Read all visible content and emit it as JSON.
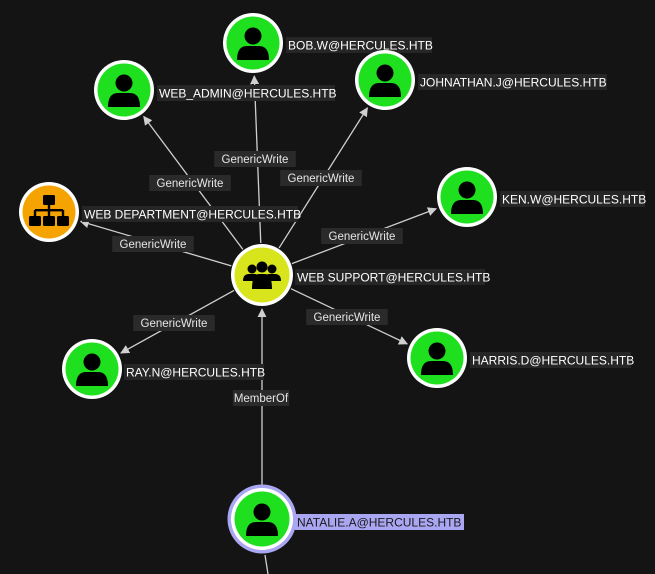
{
  "graph": {
    "nodes": [
      {
        "id": "bob",
        "label": "BOB.W@HERCULES.HTB",
        "type": "user",
        "color": "#1ee01e"
      },
      {
        "id": "webadmin",
        "label": "WEB_ADMIN@HERCULES.HTB",
        "type": "user",
        "color": "#1ee01e"
      },
      {
        "id": "johnathan",
        "label": "JOHNATHAN.J@HERCULES.HTB",
        "type": "user",
        "color": "#1ee01e"
      },
      {
        "id": "webdept",
        "label": "WEB DEPARTMENT@HERCULES.HTB",
        "type": "ou",
        "color": "#f5a300"
      },
      {
        "id": "ken",
        "label": "KEN.W@HERCULES.HTB",
        "type": "user",
        "color": "#1ee01e"
      },
      {
        "id": "websupport",
        "label": "WEB SUPPORT@HERCULES.HTB",
        "type": "group",
        "color": "#d8e41c"
      },
      {
        "id": "ray",
        "label": "RAY.N@HERCULES.HTB",
        "type": "user",
        "color": "#1ee01e"
      },
      {
        "id": "harris",
        "label": "HARRIS.D@HERCULES.HTB",
        "type": "user",
        "color": "#1ee01e"
      },
      {
        "id": "natalie",
        "label": "NATALIE.A@HERCULES.HTB",
        "type": "user",
        "color": "#1ee01e",
        "selected": true
      }
    ],
    "edges": [
      {
        "from": "websupport",
        "to": "bob",
        "label": "GenericWrite"
      },
      {
        "from": "websupport",
        "to": "webadmin",
        "label": "GenericWrite"
      },
      {
        "from": "websupport",
        "to": "johnathan",
        "label": "GenericWrite"
      },
      {
        "from": "websupport",
        "to": "webdept",
        "label": "GenericWrite"
      },
      {
        "from": "websupport",
        "to": "ken",
        "label": "GenericWrite"
      },
      {
        "from": "websupport",
        "to": "ray",
        "label": "GenericWrite"
      },
      {
        "from": "websupport",
        "to": "harris",
        "label": "GenericWrite"
      },
      {
        "from": "natalie",
        "to": "websupport",
        "label": "MemberOf"
      }
    ],
    "icons": {
      "user": "user-icon",
      "group": "group-icon",
      "ou": "org-unit-icon"
    },
    "colors": {
      "background": "#141414",
      "selected_label": "#a9a6f2",
      "selected_ring": "#a9a6f2",
      "edge": "#cfcfcf"
    }
  }
}
